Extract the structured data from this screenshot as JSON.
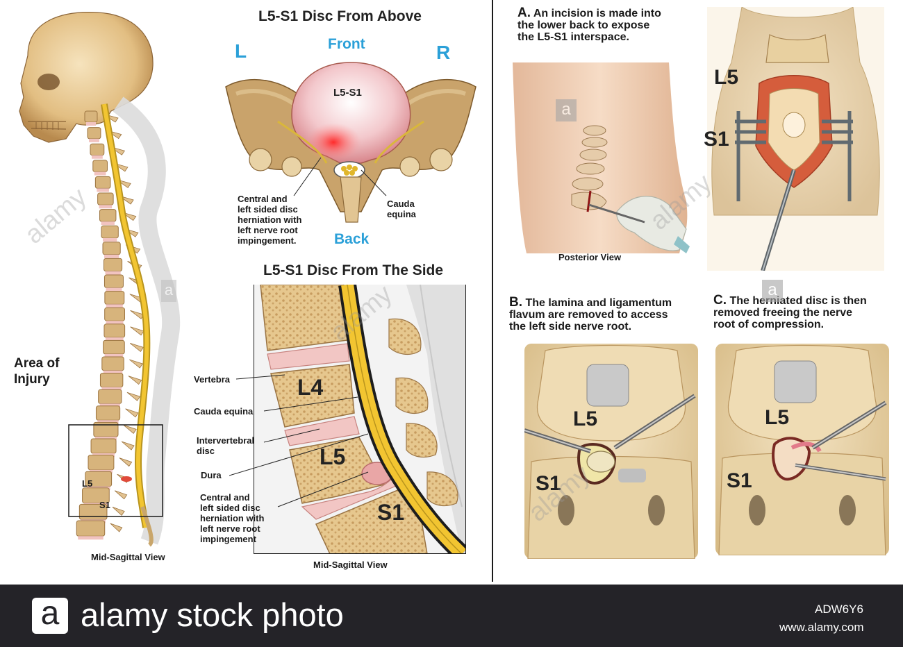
{
  "left": {
    "area_label": "Area of\nInjury",
    "l5": "L5",
    "s1": "S1",
    "caption": "Mid-Sagittal View"
  },
  "top_view": {
    "title": "L5-S1 Disc From Above",
    "left": "L",
    "right": "R",
    "front": "Front",
    "back": "Back",
    "disc": "L5-S1",
    "herniation": "Central and\nleft sided disc\nherniation with\nleft nerve root\nimpingement.",
    "cauda": "Cauda\nequina"
  },
  "side_view": {
    "title": "L5-S1 Disc From The Side",
    "vertebra": "Vertebra",
    "cauda": "Cauda equina",
    "disc": "Intervertebral\ndisc",
    "dura": "Dura",
    "herniation": "Central and\nleft sided disc\nherniation with\nleft nerve root\nimpingement",
    "l4": "L4",
    "l5": "L5",
    "s1": "S1",
    "caption": "Mid-Sagittal View"
  },
  "steps": {
    "a_letter": "A.",
    "a_text": "An incision is made into\nthe lower back to expose\nthe L5-S1 interspace.",
    "posterior": "Posterior View",
    "a_l5": "L5",
    "a_s1": "S1",
    "b_letter": "B.",
    "b_text": "The lamina and ligamentum\nflavum are removed to access\nthe left side nerve root.",
    "b_l5": "L5",
    "b_s1": "S1",
    "c_letter": "C.",
    "c_text": "The herniated disc is then\nremoved freeing the nerve\nroot of compression.",
    "c_l5": "L5",
    "c_s1": "S1"
  },
  "footer": {
    "logo_letter": "a",
    "brand": "alamy stock photo",
    "id": "ADW6Y6",
    "url": "www.alamy.com"
  },
  "watermark": {
    "text": "alamy",
    "mark": "a"
  },
  "colors": {
    "bone": "#e8cf9c",
    "bone_dark": "#c9a66b",
    "disc": "#f2c6c4",
    "cord": "#f2c531",
    "accent_blue": "#2ba0d8",
    "footer_bg": "#242328"
  }
}
